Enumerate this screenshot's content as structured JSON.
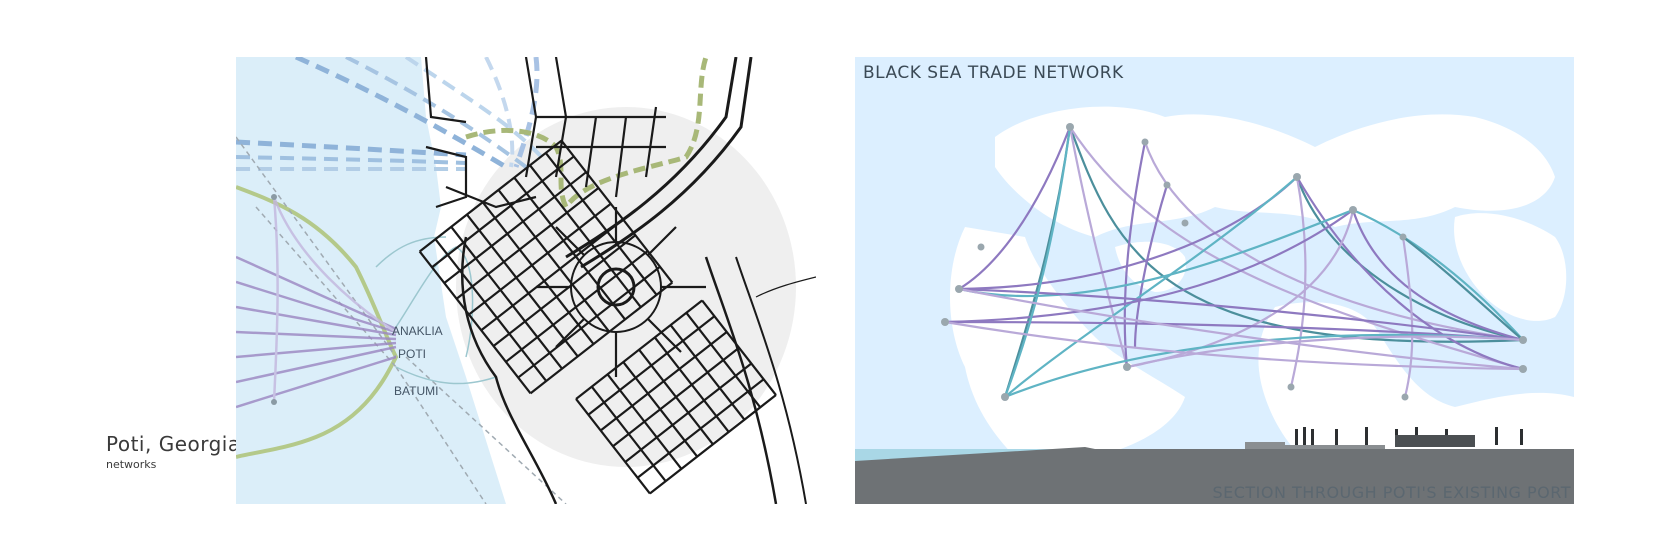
{
  "caption": {
    "title": "Poti, Georgia",
    "subtitle": "networks"
  },
  "left_map": {
    "labels": {
      "anaklia": "ANAKLIA",
      "poti": "POTI",
      "batumi": "BATUMI"
    },
    "colors": {
      "sea": "#dbeef9",
      "streets": "#1a1a1a",
      "route_purple": "#9b86c2",
      "route_green": "#a8b878",
      "route_blue": "#8fb3d9",
      "river": "#9cc7cf"
    }
  },
  "right_map": {
    "title": "BLACK SEA TRADE NETWORK",
    "section_title": "SECTION THROUGH POTI'S EXISTING PORT",
    "colors": {
      "sea": "#dcefff",
      "land": "#ffffff",
      "node": "#9aa7ae",
      "route_purple": "#8e79c0",
      "route_teal": "#4c8f9c",
      "route_lilac": "#b9a9d8",
      "route_cyan": "#5fb4c4",
      "section_ground": "#6e7275"
    }
  }
}
